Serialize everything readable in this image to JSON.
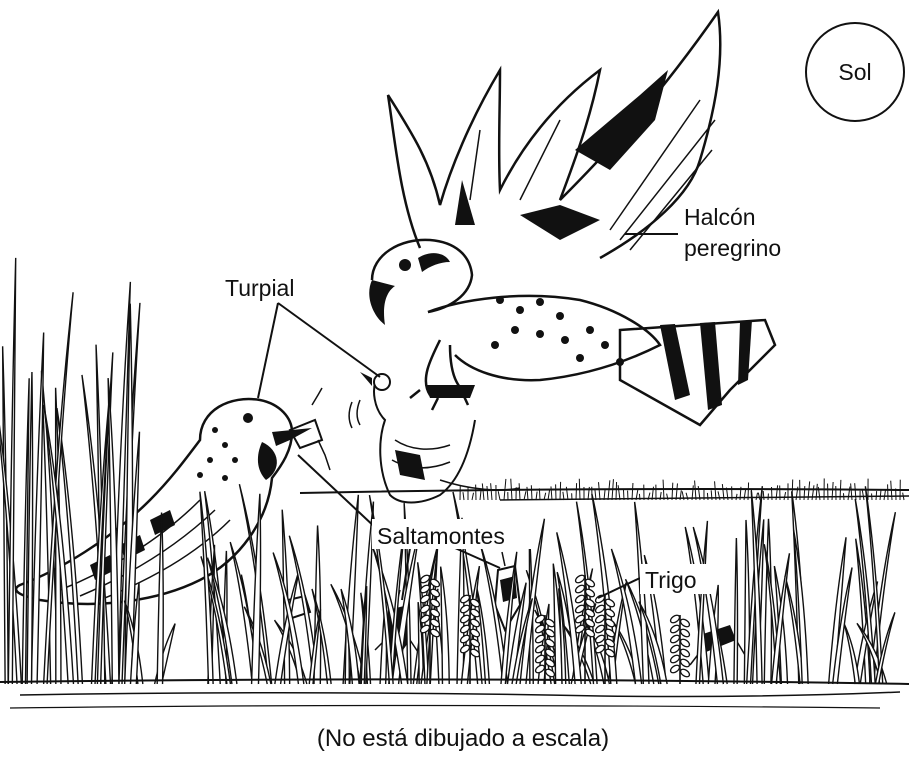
{
  "labels": {
    "sun": "Sol",
    "falcon_line1": "Halcón",
    "falcon_line2": "peregrino",
    "bird": "Turpial",
    "grasshopper": "Saltamontes",
    "wheat": "Trigo"
  },
  "caption": "(No está dibujado a escala)"
}
